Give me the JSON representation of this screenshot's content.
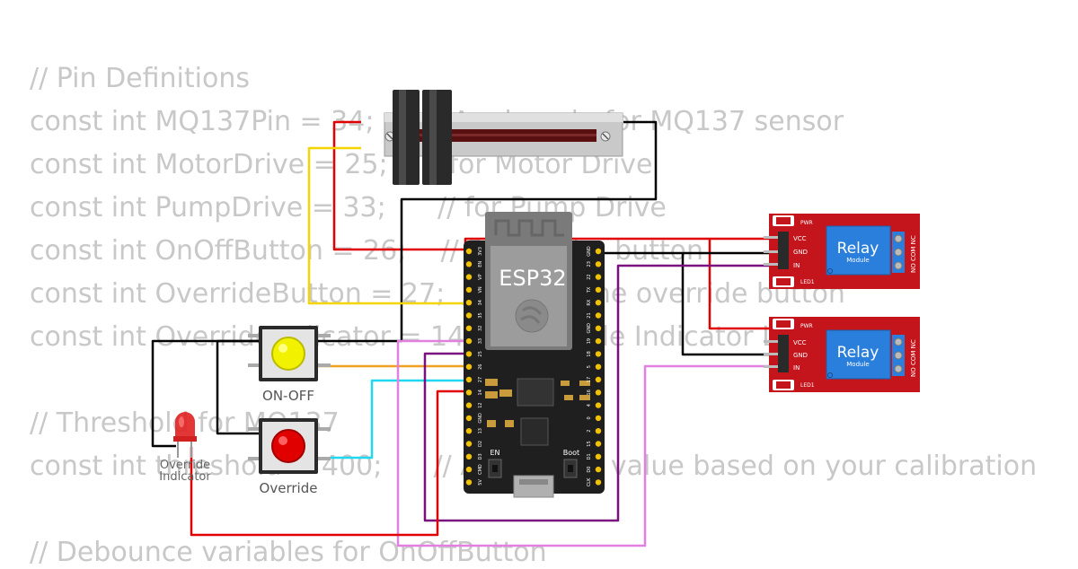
{
  "code_lines": [
    "// Pin Definitions",
    "const int MQ137Pin = 34;      // Analog pin for MQ137 sensor",
    "const int MotorDrive = 25;    // for Motor Drive",
    "const int PumpDrive = 33;      // for Pump Drive",
    "const int OnOffButton = 26;    // Pin for the button",
    "const int OverrideButton = 27;  // Pin for the override button",
    "const int OverrideIndicator = 14; // Override Indicator LED",
    "",
    "// Threshold for MQ137",
    "const int threshold = 400;      // Adjust this value based on your calibration",
    "",
    "// Debounce variables for OnOffButton"
  ],
  "board": {
    "label": "ESP32",
    "en_label": "EN",
    "boot_label": "Boot",
    "left_pins": [
      "3V3",
      "EN",
      "VP",
      "VN",
      "34",
      "35",
      "32",
      "33",
      "25",
      "26",
      "27",
      "14",
      "12",
      "GND",
      "13",
      "D2",
      "D3",
      "CMD",
      "5V"
    ],
    "right_pins": [
      "GND",
      "23",
      "22",
      "TX",
      "RX",
      "21",
      "GND",
      "19",
      "18",
      "5",
      "17",
      "16",
      "4",
      "0",
      "2",
      "15",
      "D1",
      "D0",
      "CLK"
    ]
  },
  "relay1": {
    "title": "Relay",
    "subtitle": "Module",
    "pwr": "PWR",
    "led": "LED1",
    "pins": [
      "VCC",
      "GND",
      "IN"
    ],
    "terminals": "NO COM NC"
  },
  "relay2": {
    "title": "Relay",
    "subtitle": "Module",
    "pwr": "PWR",
    "led": "LED1",
    "pins": [
      "VCC",
      "GND",
      "IN"
    ],
    "terminals": "NO COM NC"
  },
  "button_onoff": {
    "label": "ON-OFF",
    "color": "#f2f200"
  },
  "button_override": {
    "label": "Override",
    "color": "#e00000"
  },
  "led": {
    "label_line1": "Override",
    "label_line2": "Indicator",
    "color": "#e02020"
  },
  "wire_colors": {
    "red": "#e00000",
    "black": "#000000",
    "yellow": "#f5d500",
    "orange": "#f0a020",
    "cyan": "#20d8f0",
    "purple": "#7a1080",
    "pink": "#e080e0"
  }
}
